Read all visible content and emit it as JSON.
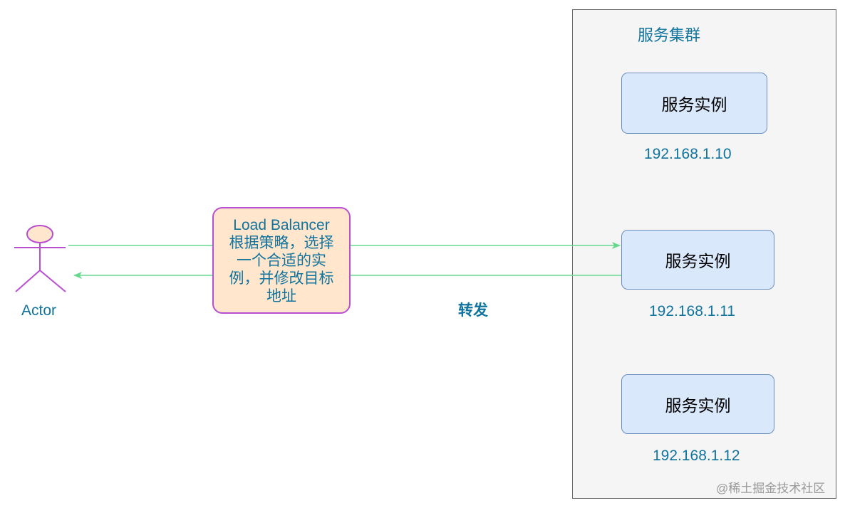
{
  "cluster": {
    "title": "服务集群"
  },
  "instances": [
    {
      "label": "服务实例",
      "ip": "192.168.1.10"
    },
    {
      "label": "服务实例",
      "ip": "192.168.1.11"
    },
    {
      "label": "服务实例",
      "ip": "192.168.1.12"
    }
  ],
  "load_balancer": {
    "lines": [
      "Load Balancer",
      "根据策略，选择",
      "一个合适的实",
      "例，并修改目标",
      "地址"
    ]
  },
  "edge_label": "转发",
  "actor": {
    "label": "Actor"
  },
  "watermark": "@稀土掘金技术社区",
  "colors": {
    "arrow": "#66d98f",
    "actor_stroke": "#b84fd1",
    "actor_head_fill": "#ffe6cc",
    "instance_fill": "#dae8fc",
    "instance_border": "#6c8ebf",
    "text_blue": "#10739e"
  }
}
